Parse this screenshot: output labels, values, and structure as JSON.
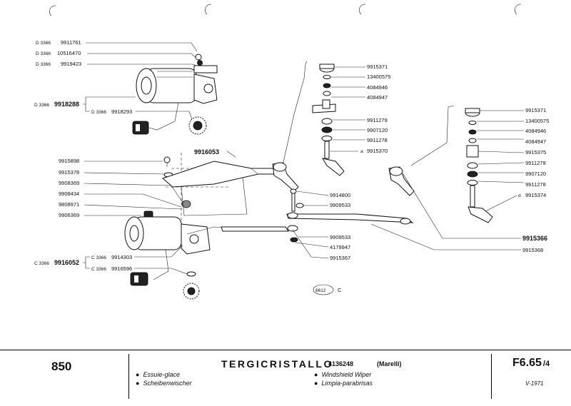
{
  "sheet": {
    "model": "850",
    "title": "TERGICRISTALLO",
    "part_number": "4136248",
    "maker": "(Marelli)",
    "lang_fr": "Essuie-glace",
    "lang_de": "Scheibenwischer",
    "lang_en": "Windshield Wiper",
    "lang_es": "Limpia-parabrisas",
    "code": "F6.65",
    "code_sub": "/4",
    "date": "V-1971",
    "figure_ref": "8612",
    "figure_suffix": "C",
    "bullet": "●"
  },
  "labels_left_top": [
    {
      "prefix": "D 3366",
      "code": "9911761"
    },
    {
      "prefix": "D 3366",
      "code": "10516470"
    },
    {
      "prefix": "D 3366",
      "code": "9919423"
    }
  ],
  "assembly_d": {
    "prefix": "D 3366",
    "code": "9918288",
    "sub_prefix": "D 3366",
    "sub_code": "9918293"
  },
  "labels_left_mid": [
    "9915898",
    "9915378",
    "9908369",
    "9908434",
    "9808971",
    "9906369"
  ],
  "assembly_c": {
    "prefix": "C 3366",
    "code": "9916052",
    "subs": [
      {
        "prefix": "C 3366",
        "code": "9914303"
      },
      {
        "prefix": "C 3366",
        "code": "9916596"
      }
    ]
  },
  "linkage_label": "9916053",
  "labels_center_top": [
    "9915371",
    "13400575",
    "4084946",
    "4084947",
    "9911279",
    "9907120",
    "9911278",
    "9915370"
  ],
  "center_a_prefix": "a",
  "labels_center_bottom": [
    "9914800",
    "9909533",
    "9909533",
    "4179947",
    "9915367"
  ],
  "labels_right": [
    "9915371",
    "13400575",
    "4084946",
    "4084947",
    "9915375",
    "9911279",
    "9907120",
    "9911278",
    "9915374"
  ],
  "right_d_prefix": "d",
  "labels_right_bottom": [
    "9915366",
    "9915368"
  ]
}
